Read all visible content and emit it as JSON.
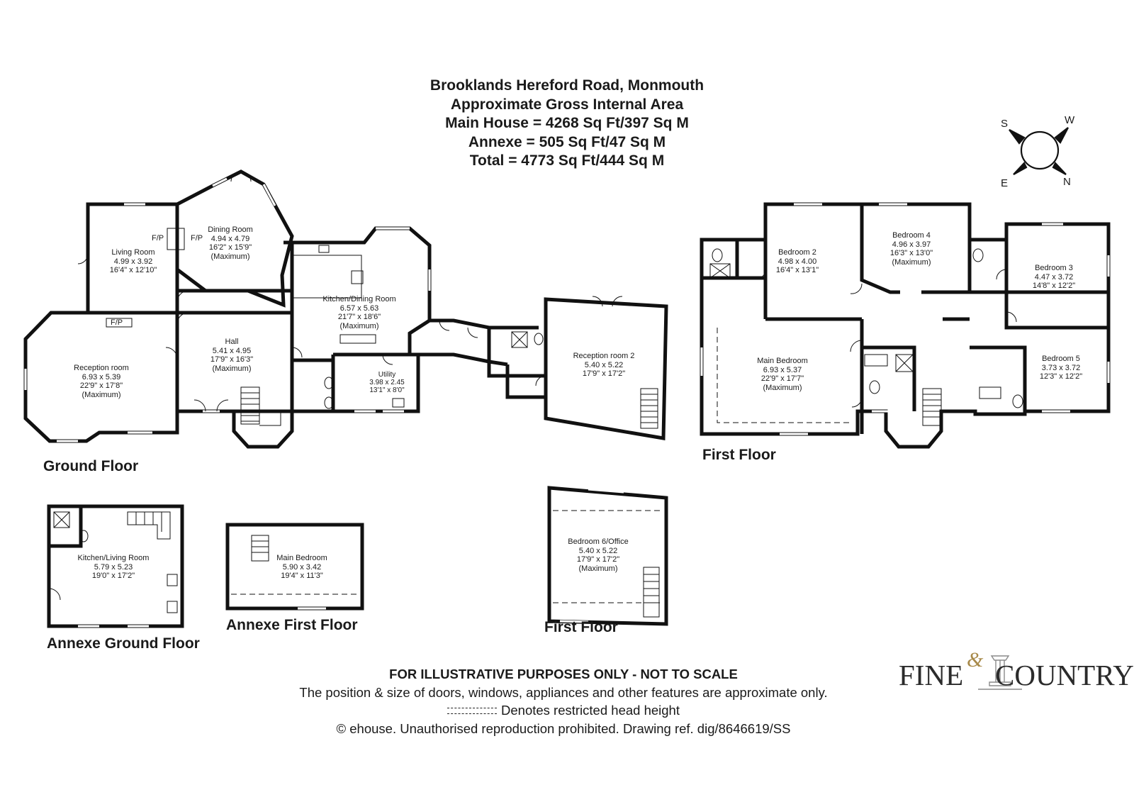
{
  "header": {
    "title": "Brooklands Hereford Road, Monmouth",
    "subtitle": "Approximate Gross Internal Area",
    "main_house": "Main House = 4268 Sq Ft/397 Sq M",
    "annexe": "Annexe = 505 Sq Ft/47 Sq M",
    "total": "Total = 4773 Sq Ft/444 Sq M"
  },
  "compass": {
    "s": "S",
    "w": "W",
    "e": "E",
    "n": "N"
  },
  "floors": {
    "ground": "Ground Floor",
    "first": "First Floor",
    "annexe_ground": "Annexe Ground Floor",
    "annexe_first": "Annexe First Floor",
    "annexe_upper": "First Floor"
  },
  "rooms": {
    "living": {
      "name": "Living Room",
      "metric": "4.99 x 3.92",
      "imperial": "16'4\" x 12'10\"",
      "note": ""
    },
    "dining": {
      "name": "Dining Room",
      "metric": "4.94 x 4.79",
      "imperial": "16'2\" x 15'9\"",
      "note": "(Maximum)"
    },
    "kitchen": {
      "name": "Kitchen/Dining Room",
      "metric": "6.57 x 5.63",
      "imperial": "21'7\" x 18'6\"",
      "note": "(Maximum)"
    },
    "reception": {
      "name": "Reception room",
      "metric": "6.93 x 5.39",
      "imperial": "22'9\" x 17'8\"",
      "note": "(Maximum)"
    },
    "hall": {
      "name": "Hall",
      "metric": "5.41 x 4.95",
      "imperial": "17'9\" x 16'3\"",
      "note": "(Maximum)"
    },
    "utility": {
      "name": "Utility",
      "metric": "3.98 x 2.45",
      "imperial": "13'1\" x 8'0\"",
      "note": ""
    },
    "reception2": {
      "name": "Reception room 2",
      "metric": "5.40 x 5.22",
      "imperial": "17'9\" x 17'2\"",
      "note": ""
    },
    "bedroom2": {
      "name": "Bedroom 2",
      "metric": "4.98 x 4.00",
      "imperial": "16'4\" x 13'1\"",
      "note": ""
    },
    "bedroom4": {
      "name": "Bedroom 4",
      "metric": "4.96 x 3.97",
      "imperial": "16'3\" x 13'0\"",
      "note": "(Maximum)"
    },
    "bedroom3": {
      "name": "Bedroom 3",
      "metric": "4.47 x 3.72",
      "imperial": "14'8\" x 12'2\"",
      "note": ""
    },
    "main_bedroom": {
      "name": "Main Bedroom",
      "metric": "6.93 x 5.37",
      "imperial": "22'9\" x 17'7\"",
      "note": "(Maximum)"
    },
    "bedroom5": {
      "name": "Bedroom 5",
      "metric": "3.73 x 3.72",
      "imperial": "12'3\" x 12'2\"",
      "note": ""
    },
    "annexe_kitchen": {
      "name": "Kitchen/Living Room",
      "metric": "5.79 x 5.23",
      "imperial": "19'0\" x 17'2\"",
      "note": ""
    },
    "annexe_bedroom": {
      "name": "Main Bedroom",
      "metric": "5.90 x 3.42",
      "imperial": "19'4\" x 11'3\"",
      "note": ""
    },
    "bedroom6": {
      "name": "Bedroom 6/Office",
      "metric": "5.40 x 5.22",
      "imperial": "17'9\" x 17'2\"",
      "note": "(Maximum)"
    }
  },
  "fireplace_label": "F/P",
  "footer": {
    "disclaimer": "FOR ILLUSTRATIVE PURPOSES ONLY - NOT TO SCALE",
    "position_note": "The position & size of doors, windows, appliances and other features are approximate only.",
    "restricted": "Denotes restricted head height",
    "copyright": "© ehouse. Unauthorised reproduction prohibited. Drawing ref. dig/8646619/SS"
  },
  "logo": {
    "word1": "FINE",
    "amp": "&",
    "word2": "COUNTRY"
  }
}
